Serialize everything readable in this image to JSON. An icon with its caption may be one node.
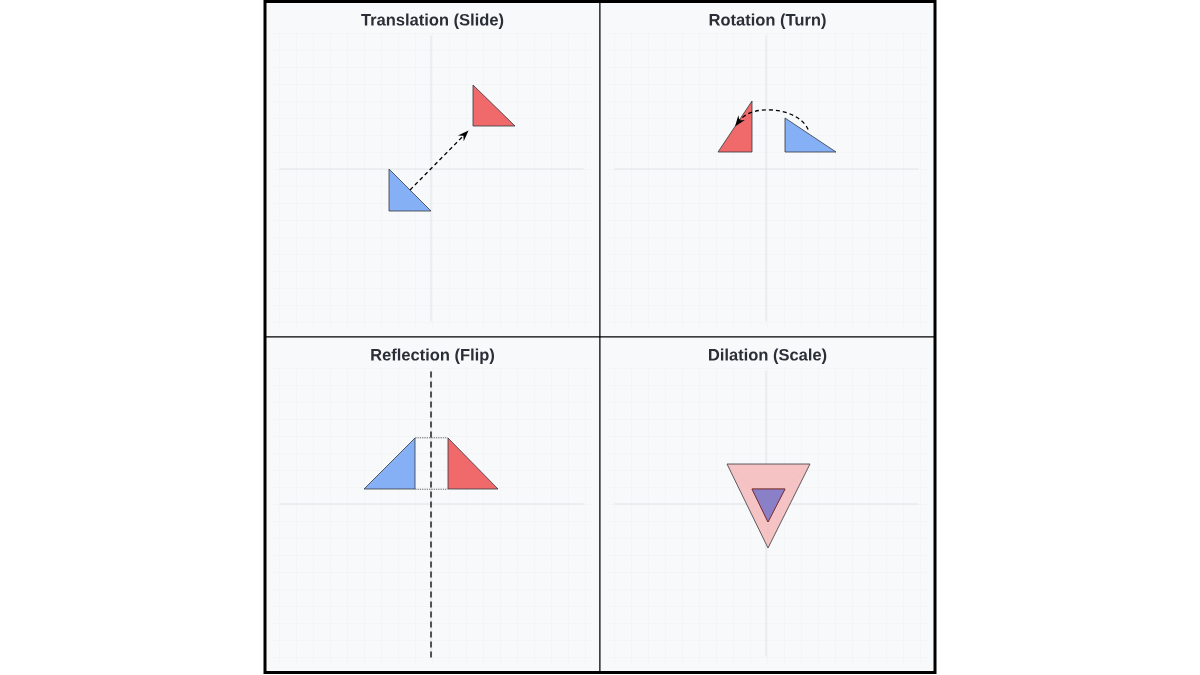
{
  "diagram": {
    "nodes": [
      {
        "text": [
          "Translation (Slide)"
        ]
      },
      {
        "text": [],
        "shape": "triangle",
        "in": 0
      },
      {
        "text": [],
        "shape": "triangle",
        "in": 0
      },
      {
        "text": [
          "Rotation (Turn)"
        ]
      },
      {
        "text": [],
        "shape": "triangle",
        "in": 3
      },
      {
        "text": [],
        "shape": "triangle",
        "in": 3
      },
      {
        "text": [
          "Reflection (Flip)"
        ]
      },
      {
        "text": [],
        "shape": "triangle",
        "in": 6
      },
      {
        "text": [],
        "shape": "triangle",
        "in": 6
      },
      {
        "text": [
          "Dilation (Scale)"
        ]
      },
      {
        "text": [],
        "shape": "triangle",
        "in": 9
      },
      {
        "text": [],
        "shape": "triangle",
        "in": 10
      }
    ],
    "edges": [
      {
        "from": 1,
        "to": 2,
        "arrow": "to",
        "style": "dashed"
      },
      {
        "from": 5,
        "to": 4,
        "arrow": "to",
        "style": "dashed"
      },
      {
        "from": 7,
        "to": 8,
        "arrow": "none",
        "style": "dashed"
      },
      {
        "from": 7,
        "to": 8,
        "arrow": "none",
        "style": "dashed"
      }
    ]
  }
}
